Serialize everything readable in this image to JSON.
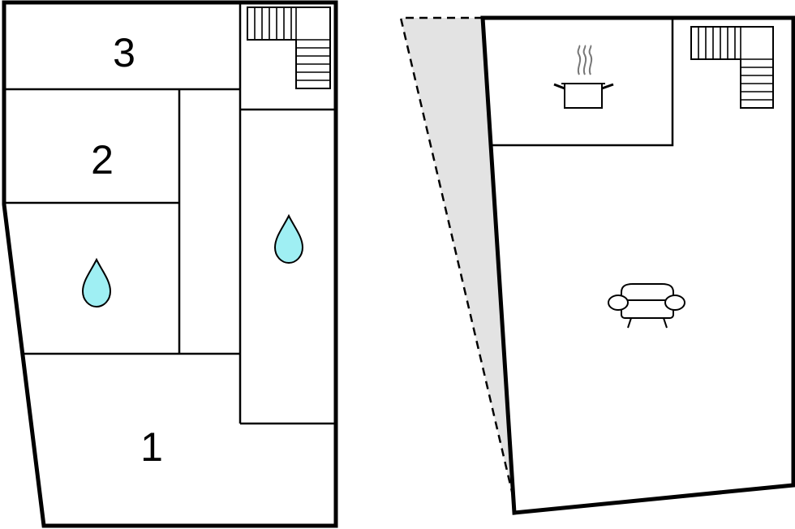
{
  "floors": [
    {
      "name": "ground-floor",
      "rooms": [
        {
          "id": "room-3",
          "label": "3"
        },
        {
          "id": "room-2",
          "label": "2"
        },
        {
          "id": "room-1",
          "label": "1"
        }
      ],
      "icons": [
        "stairs-icon",
        "water-drop-icon",
        "water-drop-icon"
      ]
    },
    {
      "name": "upper-floor",
      "icons": [
        "stairs-icon",
        "cooking-pot-icon",
        "sofa-icon"
      ],
      "shaded_area_color": "#e3e3e3"
    }
  ],
  "colors": {
    "wall": "#000000",
    "water_drop_fill": "#9feff3",
    "shaded_area": "#e3e3e3",
    "background": "#ffffff"
  }
}
